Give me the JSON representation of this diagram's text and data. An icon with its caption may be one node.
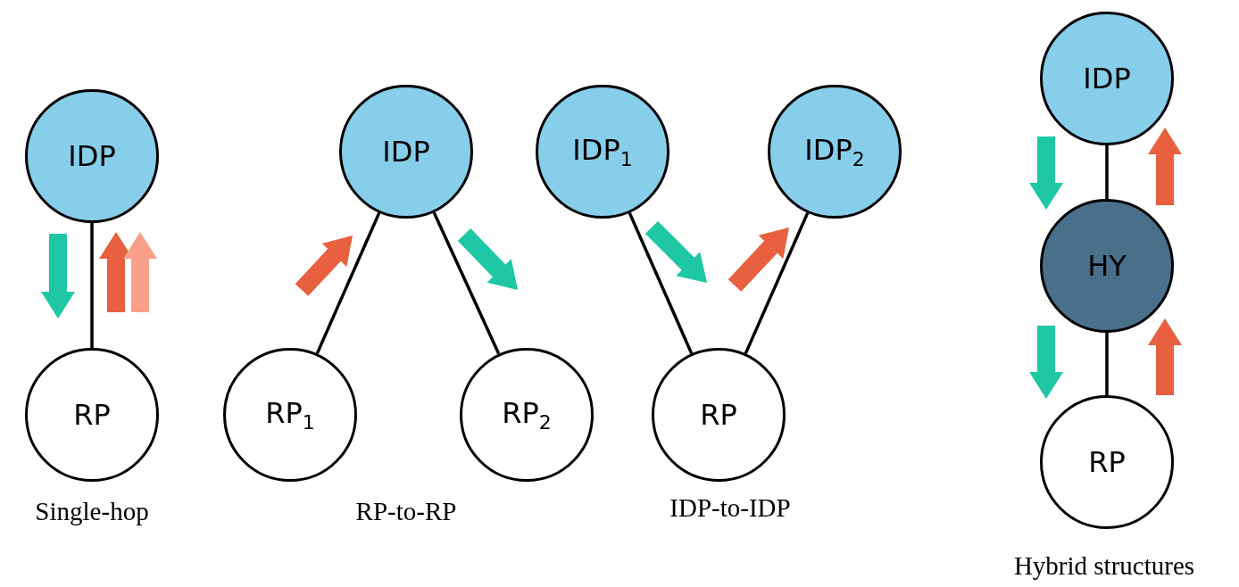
{
  "diagram": {
    "nodes": [
      {
        "text": [
          "IDP"
        ]
      },
      {
        "text": [
          "RP"
        ]
      },
      {
        "text": [
          "IDP"
        ]
      },
      {
        "text": [
          "RP$_{1}$"
        ]
      },
      {
        "text": [
          "RP$_{2}$"
        ]
      },
      {
        "text": [
          "IDP$_{1}$"
        ]
      },
      {
        "text": [
          "IDP$_{2}$"
        ]
      },
      {
        "text": [
          "RP"
        ]
      },
      {
        "text": [
          "IDP"
        ]
      },
      {
        "text": [
          "HY"
        ]
      },
      {
        "text": [
          "RP"
        ]
      }
    ],
    "edges": [
      {
        "from": 0,
        "to": 1,
        "arrow": "none"
      },
      {
        "from": 2,
        "to": 3,
        "arrow": "none"
      },
      {
        "from": 2,
        "to": 4,
        "arrow": "none"
      },
      {
        "from": 5,
        "to": 7,
        "arrow": "none"
      },
      {
        "from": 6,
        "to": 7,
        "arrow": "none"
      },
      {
        "from": 8,
        "to": 9,
        "arrow": "none"
      },
      {
        "from": 9,
        "to": 10,
        "arrow": "none"
      }
    ],
    "labels": [
      "Single-hop",
      "RP-to-RP",
      "IDP-to-IDP",
      "Hybrid structures"
    ]
  }
}
